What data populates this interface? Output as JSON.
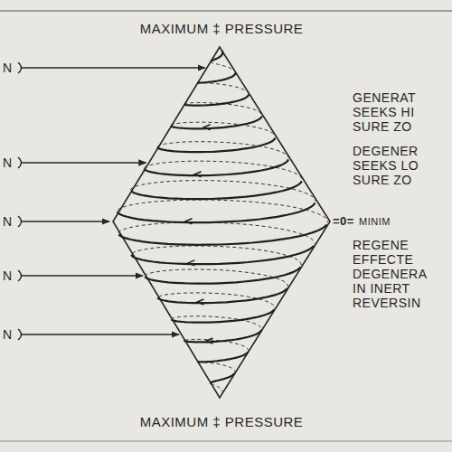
{
  "diagram": {
    "labels": [
      "MAXIMUM ‡ PRESSURE",
      "N",
      "N",
      "N",
      "N",
      "N",
      "GENERAT",
      "SEEKS HI",
      "SURE ZO",
      "DEGENER",
      "SEEKS LO",
      "SURE ZO",
      "=0=",
      "MINIM",
      "REGENE",
      "EFFECTE",
      "DEGENERA",
      "IN INERT",
      "REVERSIN",
      "MAXIMUM ‡ PRESSURE"
    ]
  }
}
